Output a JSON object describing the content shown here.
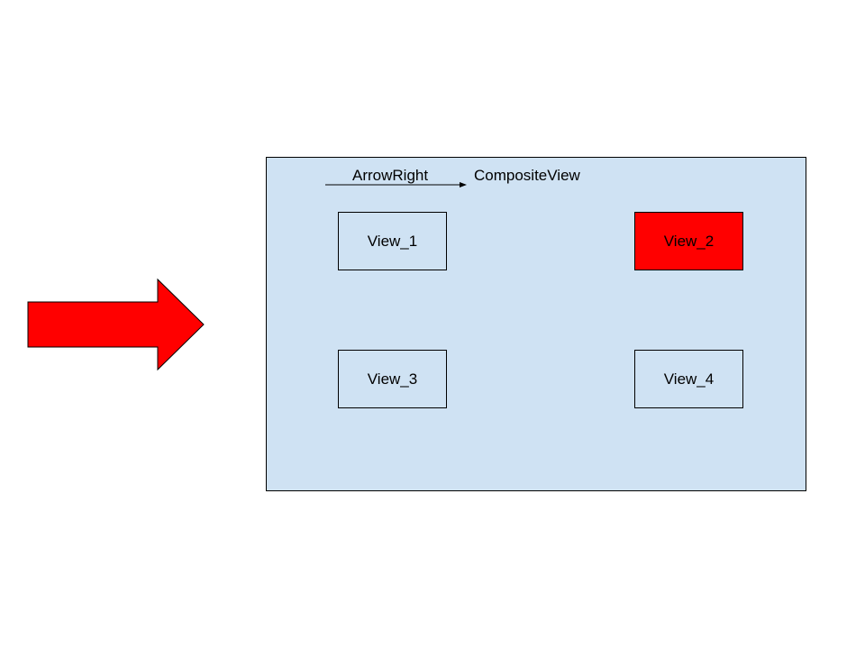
{
  "colors": {
    "background": "#ffffff",
    "container_fill": "#cfe2f3",
    "highlight": "#ff0000",
    "stroke": "#000000"
  },
  "composite": {
    "title": "CompositeView",
    "arrow_label": "ArrowRight"
  },
  "views": [
    {
      "label": "View_1",
      "highlighted": false
    },
    {
      "label": "View_2",
      "highlighted": true
    },
    {
      "label": "View_3",
      "highlighted": false
    },
    {
      "label": "View_4",
      "highlighted": false
    }
  ]
}
